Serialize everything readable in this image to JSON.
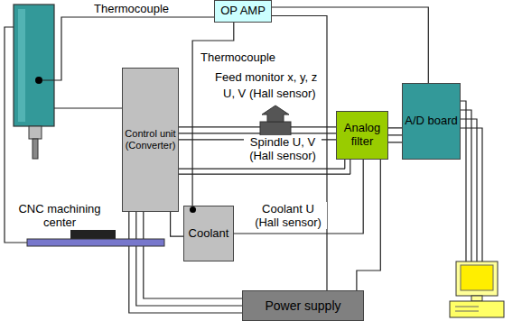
{
  "diagram": {
    "nodes": [
      {
        "text": [
          "OP AMP"
        ]
      },
      {
        "text": [
          "Control unit (Converter)"
        ]
      },
      {
        "text": [
          "Analog filter"
        ]
      },
      {
        "text": [
          "A/D board"
        ]
      },
      {
        "text": [
          "Coolant"
        ]
      },
      {
        "text": [
          "Power supply"
        ]
      }
    ],
    "edges": [
      {
        "from": 4,
        "to": 0,
        "arrow": "none"
      },
      {
        "from": 0,
        "to": 3,
        "arrow": "none"
      },
      {
        "from": 0,
        "to": 5,
        "arrow": "none"
      },
      {
        "from": 1,
        "to": 2,
        "arrow": "none"
      },
      {
        "from": 1,
        "to": 2,
        "arrow": "none"
      },
      {
        "from": 2,
        "to": 3,
        "arrow": "none"
      },
      {
        "from": 4,
        "to": 2,
        "arrow": "none"
      },
      {
        "from": 1,
        "to": 5,
        "arrow": "none"
      },
      {
        "from": 2,
        "to": 5,
        "arrow": "none"
      },
      {
        "from": 1,
        "to": 4,
        "arrow": "none"
      }
    ],
    "labels": [
      "Thermocouple",
      "Thermocouple",
      "Feed monitor x, y, z",
      "U, V (Hall sensor)",
      "Spindle U, V (Hall sensor)",
      "Coolant U (Hall sensor)",
      "CNC machining center"
    ]
  }
}
